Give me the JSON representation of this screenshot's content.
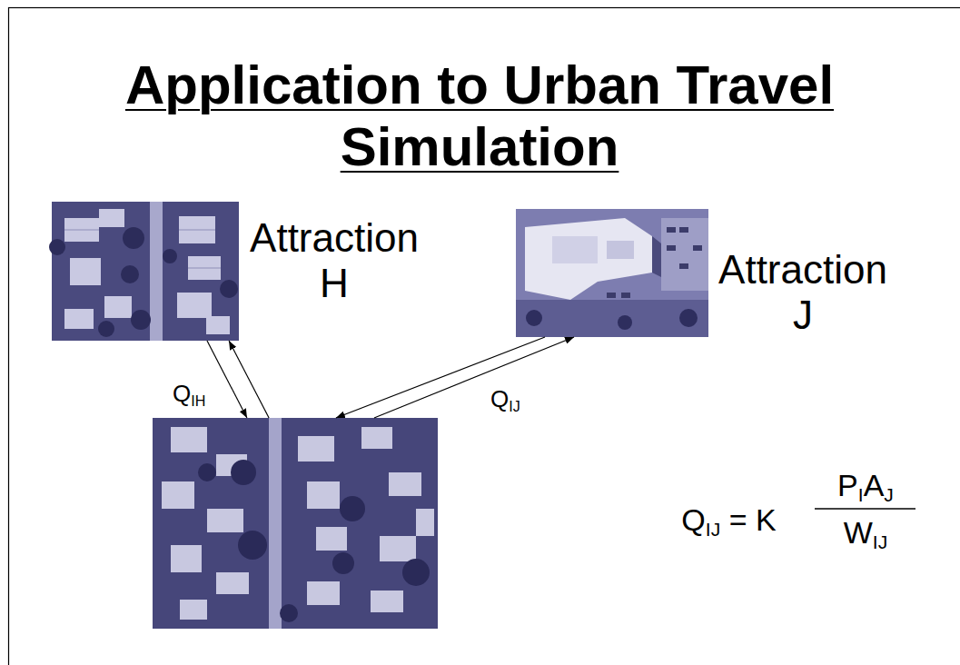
{
  "diagram": {
    "title": "Application to Urban Travel Simulation",
    "nodes": [
      {
        "text": [
          "Attraction H"
        ]
      },
      {
        "text": [
          "Attraction J"
        ]
      },
      {
        "text": []
      }
    ],
    "edges": [
      {
        "from": 0,
        "to": 2,
        "arrow": "to",
        "label": "QIH"
      },
      {
        "from": 2,
        "to": 0,
        "arrow": "to"
      },
      {
        "from": 1,
        "to": 2,
        "arrow": "to"
      },
      {
        "from": 2,
        "to": 1,
        "arrow": "to",
        "label": "QIJ"
      }
    ],
    "labels": [
      "QIJ = K",
      "PIAJ",
      "WIJ"
    ]
  }
}
